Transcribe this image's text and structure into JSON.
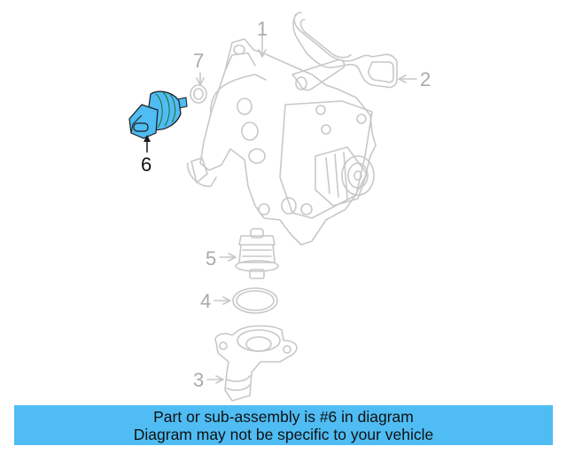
{
  "diagram": {
    "highlight_color": "#4fbcf3",
    "line_color": "#c8c8c8",
    "callouts": [
      {
        "id": "1",
        "label": "1"
      },
      {
        "id": "2",
        "label": "2"
      },
      {
        "id": "3",
        "label": "3"
      },
      {
        "id": "4",
        "label": "4"
      },
      {
        "id": "5",
        "label": "5"
      },
      {
        "id": "6",
        "label": "6",
        "highlighted": true
      },
      {
        "id": "7",
        "label": "7"
      }
    ]
  },
  "banner": {
    "line1": "Part or sub-assembly is #6 in diagram",
    "line2": "Diagram may not be specific to your vehicle",
    "background": "#4fbcf3"
  }
}
